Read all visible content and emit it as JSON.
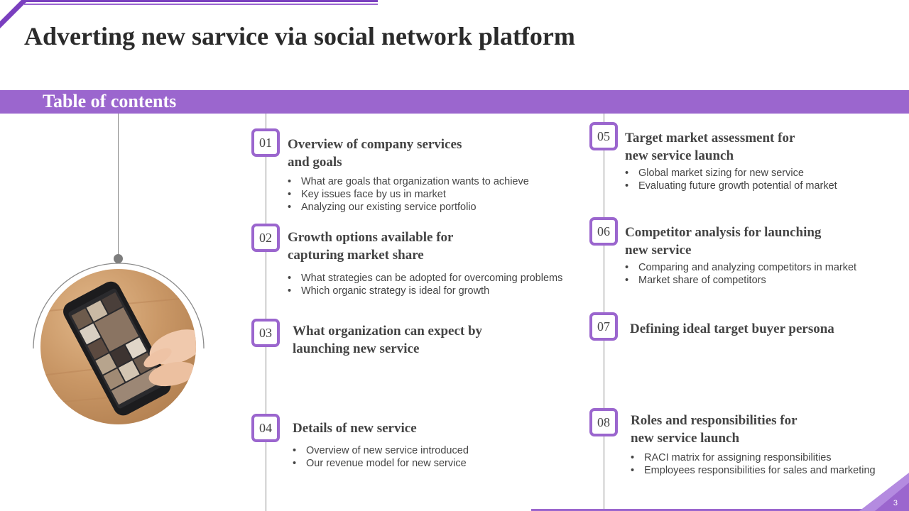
{
  "slide": {
    "title": "Adverting new sarvice via social network platform",
    "section_title": "Table of contents",
    "page_number": "3"
  },
  "colors": {
    "accent": "#9b66ce",
    "accent_dark": "#7a3fbf",
    "text": "#444444"
  },
  "items": [
    {
      "number": "01",
      "title_lines": [
        "Overview of company services",
        "and goals"
      ],
      "bullets": [
        "What are goals that organization wants to achieve",
        "Key issues face by us in market",
        "Analyzing our existing service portfolio"
      ]
    },
    {
      "number": "02",
      "title_lines": [
        "Growth options available for",
        "capturing market share"
      ],
      "bullets": [
        "What strategies can be adopted for overcoming problems",
        "Which organic strategy is ideal for growth"
      ]
    },
    {
      "number": "03",
      "title_lines": [
        "What organization can expect by",
        "launching new service"
      ],
      "bullets": []
    },
    {
      "number": "04",
      "title_lines": [
        "Details of new service"
      ],
      "bullets": [
        "Overview of new service introduced",
        "Our revenue model for new service"
      ]
    },
    {
      "number": "05",
      "title_lines": [
        "Target market assessment for",
        "new service launch"
      ],
      "bullets": [
        "Global market sizing for new service",
        "Evaluating future growth potential of market"
      ]
    },
    {
      "number": "06",
      "title_lines": [
        "Competitor analysis for launching",
        "new service"
      ],
      "bullets": [
        "Comparing and analyzing competitors in market",
        "Market share of competitors"
      ]
    },
    {
      "number": "07",
      "title_lines": [
        "Defining ideal target buyer persona"
      ],
      "bullets": []
    },
    {
      "number": "08",
      "title_lines": [
        "Roles and responsibilities for",
        "new service launch"
      ],
      "bullets": [
        "RACI matrix for assigning responsibilities",
        "Employees responsibilities for sales and marketing"
      ]
    }
  ],
  "image": {
    "subject": "hand-holding-phone-photo"
  }
}
